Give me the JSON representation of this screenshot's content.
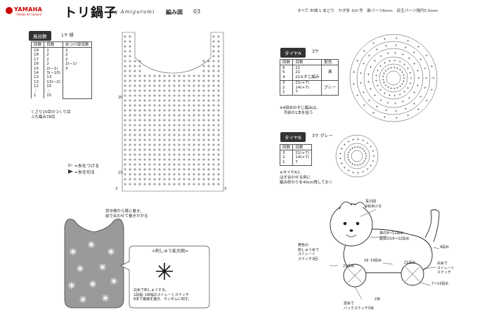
{
  "header": {
    "brand": "YAMAHA",
    "brand_sub": "Ready for Leisure",
    "title": "トリ鍋子",
    "by_amigurumi": "by Amigurumi",
    "pattern_label": "編み図",
    "page_no": "03",
    "spec": "すべて 中細 1 本どり　かぎ針 3/0 号　鼻パーツ6mm　目玉パーツ楕円5.5mm"
  },
  "furoshiki": {
    "label": "風呂敷",
    "count": "1ケ 緑",
    "table_headers": [
      "段数",
      "目数",
      "糸つけ部目数"
    ],
    "rows": [
      [
        "19",
        "2",
        "2"
      ],
      [
        "18",
        "2",
        "2"
      ],
      [
        "17",
        "2",
        "2"
      ],
      [
        "16",
        "2",
        "2(−1)"
      ],
      [
        "15",
        "2(−1)",
        "3"
      ],
      [
        "14",
        "3(−10)",
        ""
      ],
      [
        "13",
        "13",
        ""
      ],
      [
        "13",
        "13(−2)",
        ""
      ],
      [
        "12",
        "15",
        ""
      ],
      [
        "⋮",
        "⋮",
        ""
      ],
      [
        "1",
        "15",
        ""
      ]
    ],
    "note": "くさり15目のつくり目\nふち編み78目"
  },
  "legend": {
    "attach": "=糸をつける",
    "cut": "=糸を切る"
  },
  "tire_a": {
    "label": "タイヤA",
    "count": "3ケ",
    "headers": [
      "段数",
      "目数",
      "配色"
    ],
    "rows": [
      [
        "6",
        "21",
        "黒"
      ],
      [
        "5",
        "21",
        ""
      ],
      [
        "4",
        "21※すじ編み",
        ""
      ],
      [
        "3",
        "21(+7)",
        "グレー"
      ],
      [
        "2",
        "14(+7)",
        ""
      ],
      [
        "1",
        "7",
        ""
      ]
    ],
    "note": "※4段めのすじ編みは、\n　手前の1本を拾う"
  },
  "tire_b": {
    "label": "タイヤB",
    "count": "3ケ グレー",
    "headers": [
      "段数",
      "目数"
    ],
    "rows": [
      [
        "3",
        "21(+7)"
      ],
      [
        "2",
        "14(+7)"
      ],
      [
        "1",
        "7"
      ]
    ],
    "note": "※タイヤAと\nはぎ合わせる用に\n編み終わりを40cm残しておく"
  },
  "bag_diagram": {
    "note": "背中側から首に巻き、\n前で合わせて巻きかがる",
    "zoom_title": "<刺しゅう拡大図>",
    "zoom_note": "白糸で刺しゅうする。\n1段幅･1目幅のストレートステッチ\n8本で模様を描き、ランダムに刺す。"
  },
  "body_diagram": {
    "ear": "耳の間\n9目あける",
    "belly_1": "袋の9〜12段め",
    "belly_2": "胴体の19〜22段め",
    "rows_4": "4段め",
    "yellow_note": "黄色の\n刺しゅう糸で\nストレート\nステッチ3回",
    "row_21a": "21段め",
    "row_1819": "18･19段め",
    "row_21b": "21段め",
    "white_note": "白糸で\nストレート\nステッチ",
    "row_710": "7〜10段め",
    "row_2": "2目",
    "black_note": "黒糸で\nバックステッチ5目"
  },
  "chart_text": {
    "ch3": "3",
    "ch20": "20",
    "ch15": "15"
  }
}
